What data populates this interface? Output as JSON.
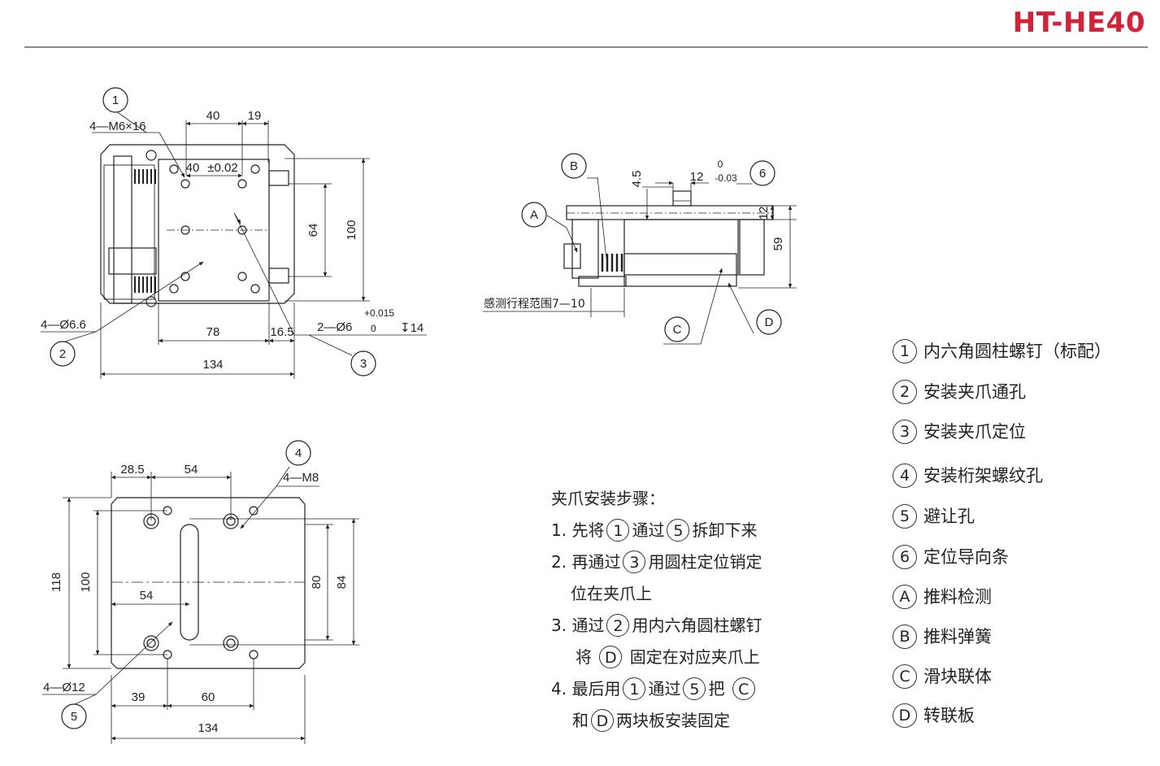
{
  "header": {
    "title": "HT-HE40"
  },
  "top_view": {
    "callouts": [
      "1",
      "2",
      "3"
    ],
    "dims": {
      "m6": "4—M6×16",
      "d40a": "40",
      "d19": "19",
      "d40b": "40",
      "tol": "±0.02",
      "d64": "64",
      "d100": "100",
      "phi66": "4—Ø6.6",
      "d78": "78",
      "d165": "16.5",
      "phi6": "2—Ø6",
      "tol_up": "+0.015",
      "tol_lo": "0",
      "depth": "↧14",
      "d134": "134"
    }
  },
  "side_view": {
    "callouts": [
      "B",
      "6",
      "A",
      "C",
      "D"
    ],
    "dims": {
      "d45": "4.5",
      "d12": "12",
      "tol_up": "0",
      "tol_lo": "-0.03",
      "d12v": "12",
      "d59": "59",
      "stroke": "感测行程范围7—10"
    }
  },
  "bottom_view": {
    "callouts": [
      "4",
      "5"
    ],
    "dims": {
      "d285": "28.5",
      "d54a": "54",
      "m8": "4—M8",
      "d118": "118",
      "d100": "100",
      "d54b": "54",
      "d80": "80",
      "d84": "84",
      "phi12": "4—Ø12",
      "d39": "39",
      "d60": "60",
      "d134": "134"
    }
  },
  "steps": {
    "heading": "夹爪安装步骤：",
    "s1_pre": "1. 先将",
    "s1_a": "1",
    "s1_mid": "通过",
    "s1_b": "5",
    "s1_post": "拆卸下来",
    "s2_pre": "2. 再通过",
    "s2_a": "3",
    "s2_post": "用圆柱定位销定",
    "s2_cont": "位在夹爪上",
    "s3_pre": "3. 通过",
    "s3_a": "2",
    "s3_post": "用内六角圆柱螺钉",
    "s3_cont_pre": "将",
    "s3_b": "D",
    "s3_cont_post": "固定在对应夹爪上",
    "s4_pre": "4. 最后用",
    "s4_a": "1",
    "s4_mid": "通过",
    "s4_b": "5",
    "s4_mid2": "把",
    "s4_c": "C",
    "s4_cont_pre": "和",
    "s4_d": "D",
    "s4_cont_post": "两块板安装固定"
  },
  "legend": [
    {
      "key": "1",
      "label": "内六角圆柱螺钉（标配）"
    },
    {
      "key": "2",
      "label": "安装夹爪通孔"
    },
    {
      "key": "3",
      "label": "安装夹爪定位"
    },
    {
      "key": "4",
      "label": "安装桁架螺纹孔"
    },
    {
      "key": "5",
      "label": "避让孔"
    },
    {
      "key": "6",
      "label": "定位导向条"
    },
    {
      "key": "A",
      "label": "推料检测"
    },
    {
      "key": "B",
      "label": "推料弹簧"
    },
    {
      "key": "C",
      "label": "滑块联体"
    },
    {
      "key": "D",
      "label": "转联板"
    }
  ]
}
